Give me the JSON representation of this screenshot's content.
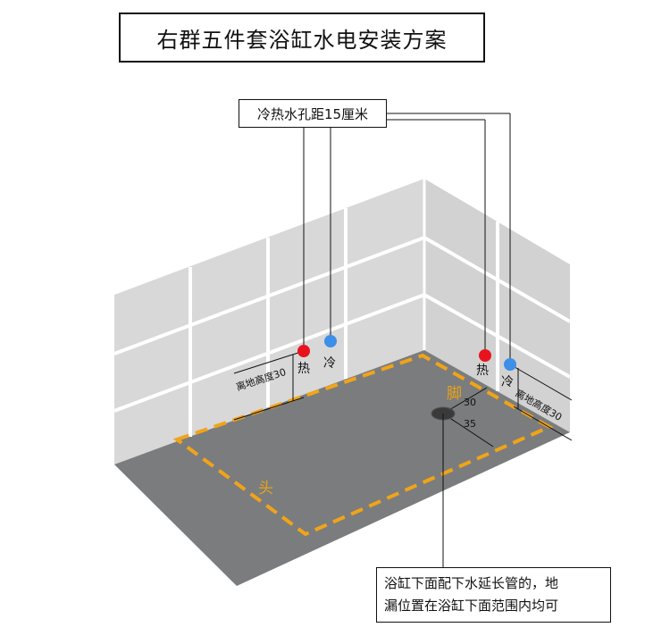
{
  "title": "右群五件套浴缸水电安装方案",
  "callout_top": "冷热水孔距15厘米",
  "callout_bottom": [
    "浴缸下面配下水延长管的，地",
    "漏位置在浴缸下面范围内均可"
  ],
  "left_wall": {
    "hot_label": "热",
    "cold_label": "冷",
    "height_label": "离地高度30"
  },
  "right_wall": {
    "hot_label": "热",
    "cold_label": "冷",
    "height_label": "离地高度30"
  },
  "floor": {
    "foot_label": "脚",
    "head_label": "头",
    "drain_dim_1": "30",
    "drain_dim_2": "35"
  },
  "colors": {
    "hot": "#e8141d",
    "cold": "#3d8fe8",
    "outline": "#f0a418",
    "floor": "#7b7c7e",
    "wall": "#d8d8d8",
    "grout": "#ffffff"
  }
}
